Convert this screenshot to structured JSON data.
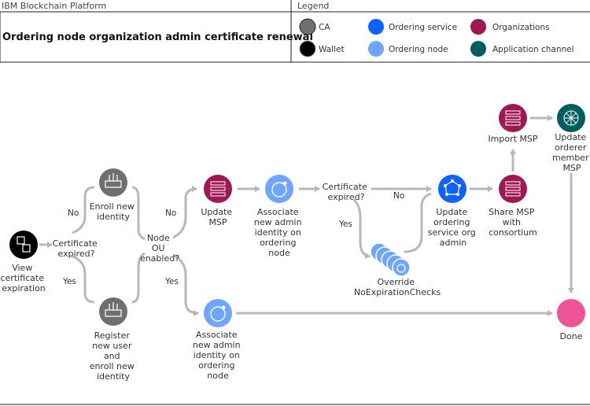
{
  "header": {
    "platform": "IBM Blockchain Platform",
    "title": "Ordering node organization admin certificate renewal",
    "legend_label": "Legend"
  },
  "legend": [
    {
      "key": "ca",
      "label": "CA",
      "color": "#6f6f6f"
    },
    {
      "key": "wallet",
      "label": "Wallet",
      "color": "#000000"
    },
    {
      "key": "ordering-service",
      "label": "Ordering service",
      "color": "#0f62fe"
    },
    {
      "key": "ordering-node",
      "label": "Ordering node",
      "color": "#6ea6ff"
    },
    {
      "key": "organizations",
      "label": "Organizations",
      "color": "#9f1853"
    },
    {
      "key": "application-channel",
      "label": "Application channel",
      "color": "#005d5d"
    }
  ],
  "nodes": {
    "view": [
      "View",
      "certificate",
      "expiration"
    ],
    "cert_expired_1": [
      "Certificate",
      "expired?"
    ],
    "enroll": [
      "Enroll new",
      "identity"
    ],
    "register": [
      "Register",
      "new user",
      "and",
      "enroll new",
      "identity"
    ],
    "node_ou": [
      "Node",
      "OU",
      "enabled?"
    ],
    "update_msp": [
      "Update",
      "MSP"
    ],
    "associate_1": [
      "Associate",
      "new admin",
      "identity on",
      "ordering",
      "node"
    ],
    "associate_2": [
      "Associate",
      "new admin",
      "identity on",
      "ordering",
      "node"
    ],
    "cert_expired_2": [
      "Certificate",
      "expired?"
    ],
    "override": [
      "Override",
      "NoExpirationChecks"
    ],
    "update_ordering": [
      "Update",
      "ordering",
      "service org",
      "admin"
    ],
    "share_msp": [
      "Share MSP",
      "with",
      "consortium"
    ],
    "import_msp": [
      "Import MSP"
    ],
    "update_orderer": [
      "Update",
      "orderer",
      "member",
      "MSP"
    ],
    "done": [
      "Done"
    ]
  },
  "edge_labels": {
    "no_1": "No",
    "yes_1": "Yes",
    "no_2": "No",
    "yes_2": "Yes",
    "no_3": "No",
    "yes_3": "Yes"
  },
  "colors": {
    "line": "#b8b8b8",
    "text": "#333333",
    "done": "#ee5396"
  }
}
